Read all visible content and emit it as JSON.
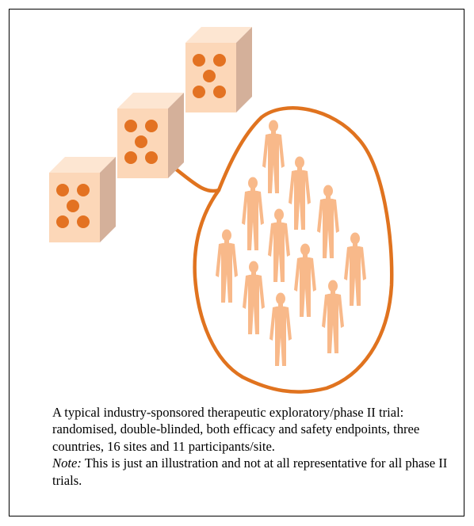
{
  "caption": {
    "main": "A typical industry-sponsored therapeutic exploratory/phase II trial: randomised, double-blinded, both efficacy and safety endpoints, three countries, 16 sites and 11 participants/site.",
    "note_label": "Note:",
    "note_text": " This is just an illustration and not at all representative for all phase II trials."
  },
  "colors": {
    "cube_front": "#fcd7b8",
    "cube_top": "#fde6d2",
    "cube_side": "#d4b09a",
    "dot": "#e37222",
    "outline": "#e0731f",
    "person": "#f8b98a"
  }
}
